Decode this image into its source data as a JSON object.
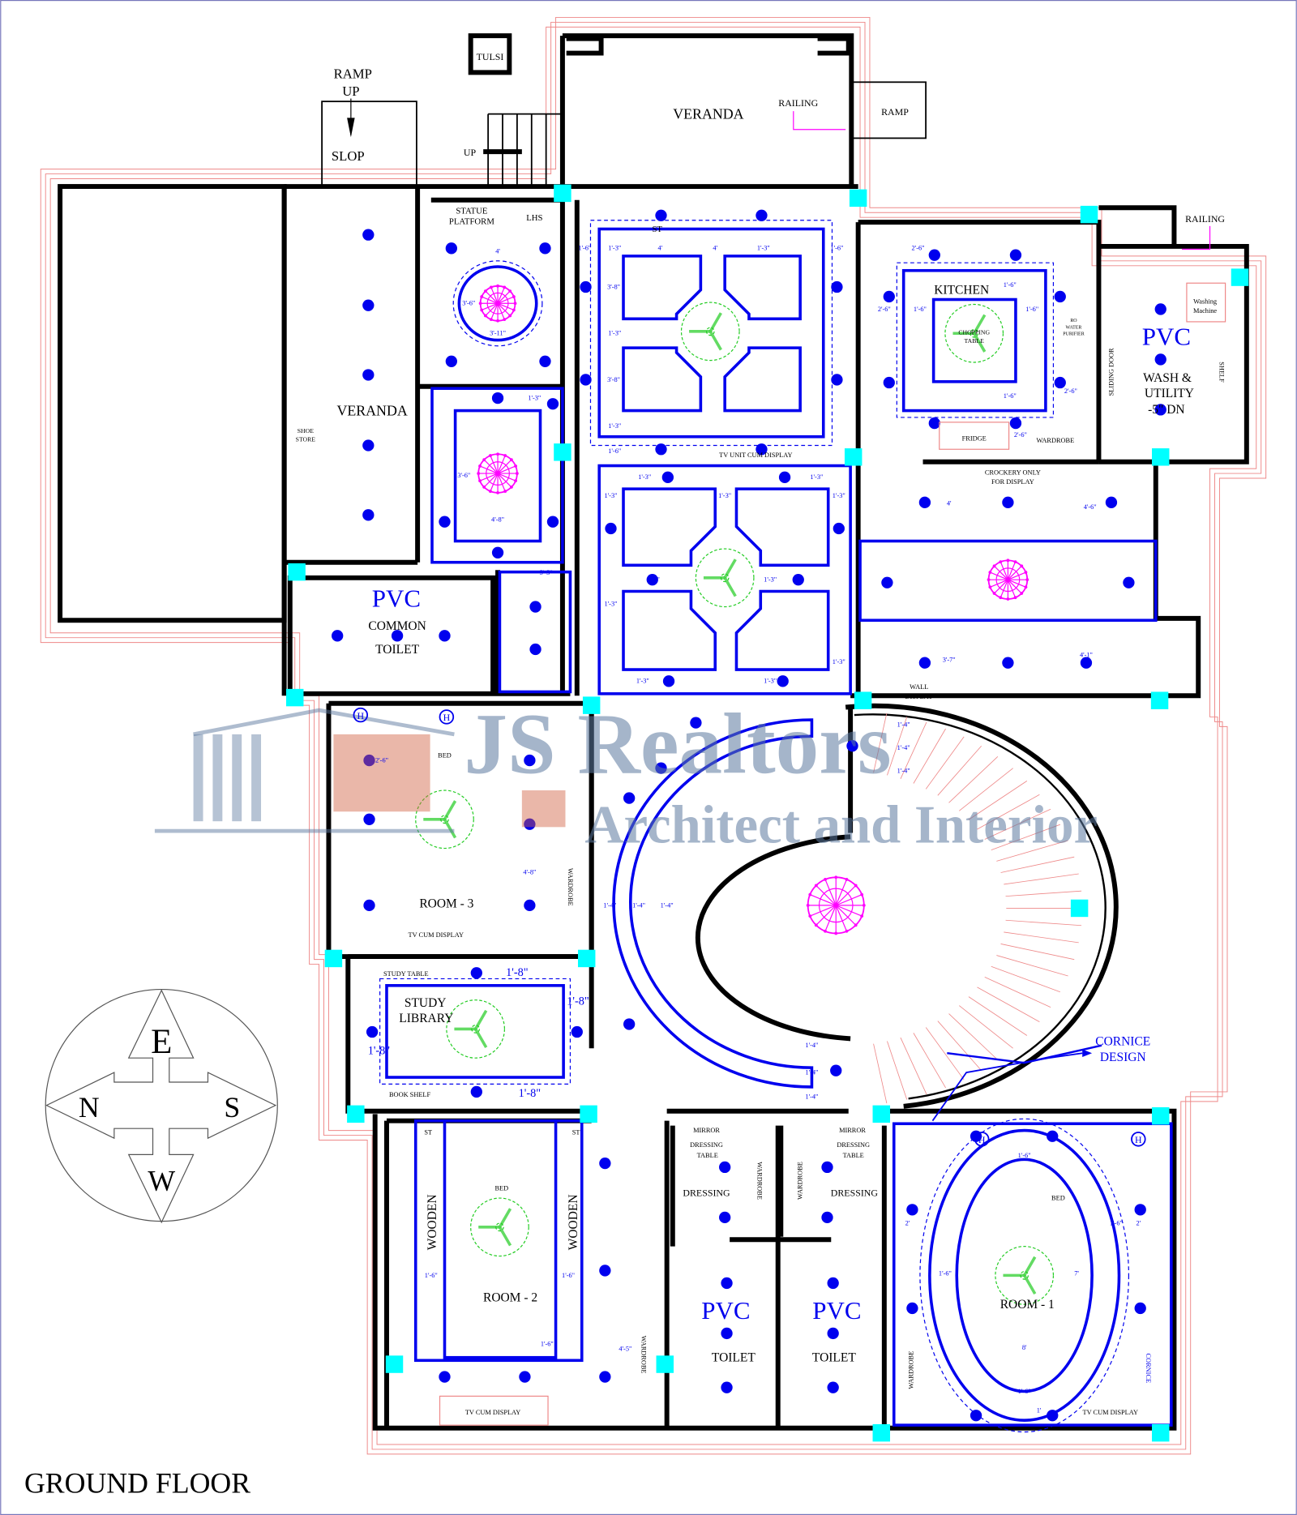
{
  "title": "GROUND FLOOR",
  "watermark": {
    "line1": "JS Realtors",
    "line2": "Architect and Interior"
  },
  "compass": {
    "north": "N",
    "south": "S",
    "east": "E",
    "west": "W"
  },
  "rooms": {
    "tulsi": "TULSI",
    "ramp_up_1": "RAMP",
    "ramp_up_2": "UP",
    "slop": "SLOP",
    "up": "UP",
    "veranda_top": "VERANDA",
    "railing_top": "RAILING",
    "ramp_right": "RAMP",
    "veranda_left": "VERANDA",
    "shoe_store_1": "SHOE",
    "shoe_store_2": "STORE",
    "statue_platform_1": "STATUE",
    "statue_platform_2": "PLATFORM",
    "lhs": "LHS",
    "st_hall": "ST",
    "tv_unit": "TV UNIT CUM DISPLAY",
    "kitchen": "KITCHEN",
    "chopping_table_1": "CHOPPING",
    "chopping_table_2": "TABLE",
    "ro_1": "RO",
    "ro_2": "WATER",
    "ro_3": "PURIFIER",
    "fridge": "FRIDGE",
    "wardrobe_kitchen": "WARDROBE",
    "sliding_door": "SLIDING DOOR",
    "railing_right": "RAILING",
    "washing_machine_1": "Washing",
    "washing_machine_2": "Machine",
    "pvc_utility": "PVC",
    "wash_utility_1": "WASH &",
    "wash_utility_2": "UTILITY",
    "wash_utility_3": "-5\" DN",
    "shelf": "SHELF",
    "crockery_1": "CROCKERY ONLY",
    "crockery_2": "FOR DISPLAY",
    "wall_display_1": "WALL",
    "wall_display_2": "DISPLAY",
    "pvc_common": "PVC",
    "common_toilet_1": "COMMON",
    "common_toilet_2": "TOILET",
    "bed_room3": "BED",
    "room3": "ROOM - 3",
    "tv_room3": "TV CUM DISPLAY",
    "wardrobe_room3": "WARDROBE",
    "study_table": "STUDY TABLE",
    "study_1": "STUDY",
    "study_2": "LIBRARY",
    "book_shelf": "BOOK SHELF",
    "cornice_design_1": "CORNICE",
    "cornice_design_2": "DESIGN",
    "st_room2_left": "ST",
    "st_room2_right": "ST",
    "bed_room2": "BED",
    "wooden_left": "WOODEN",
    "wooden_right": "WOODEN",
    "room2": "ROOM - 2",
    "tv_room2": "TV CUM DISPLAY",
    "wardrobe_room2": "WARDROBE",
    "mirror_a": "MIRROR",
    "dressing_table_a1": "DRESSING",
    "dressing_table_a2": "TABLE",
    "dressing_a": "DRESSING",
    "wardrobe_a": "WARDROBE",
    "mirror_b": "MIRROR",
    "dressing_table_b1": "DRESSING",
    "dressing_table_b2": "TABLE",
    "dressing_b": "DRESSING",
    "wardrobe_b": "WARDROBE",
    "pvc_toilet_a": "PVC",
    "toilet_a": "TOILET",
    "pvc_toilet_b": "PVC",
    "toilet_b": "TOILET",
    "bed_room1": "BED",
    "room1": "ROOM - 1",
    "wardrobe_room1": "WARDROBE",
    "cornice_room1": "CORNICE",
    "tv_room1": "TV CUM DISPLAY",
    "heater_1": "H",
    "heater_2": "H",
    "heater_3": "H",
    "heater_4": "H"
  },
  "dimensions": [
    "4'",
    "3'-6\"",
    "3'-11\"",
    "1'-3\"",
    "3'-6\"",
    "4'-8\"",
    "1'-6\"",
    "1'-3\"",
    "4'",
    "4'",
    "1'-3\"",
    "1'-6\"",
    "3'-8\"",
    "1'-3\"",
    "3'-8\"",
    "1'-3\"",
    "1'-6\"",
    "5'-5\"",
    "2'-6\"",
    "1'-6\"",
    "2'-6\"",
    "1'-6\"",
    "1'-6\"",
    "1'-6\"",
    "2'-6\"",
    "2'-6\"",
    "4'",
    "4'-6\"",
    "3'-7\"",
    "4'-1\"",
    "1'-3\"",
    "1'-3\"",
    "1'-3\"",
    "1'-3\"",
    "1'-3\"",
    "1'-3\"",
    "1'-3\"",
    "1'-3\"",
    "1'-3\"",
    "1'-3\"",
    "1'-3\"",
    "2'-6\"",
    "4'-8\"",
    "1'-4\"",
    "1'-4\"",
    "1'-4\"",
    "1'-4\"",
    "1'-4\"",
    "1'-4\"",
    "1'-4\"",
    "1'-4\"",
    "1'-4\"",
    "1'-6\"",
    "1'-6\"",
    "1'-6\"",
    "4'-5\"",
    "1'-6\"",
    "2'",
    "1'-6\"",
    "2'",
    "1'-6\"",
    "7'",
    "8'",
    "1'-6\"",
    "1'"
  ],
  "study_dimensions": [
    "1'-8\"",
    "1'-8\"",
    "1'-8\"",
    "1'-8\""
  ],
  "colors": {
    "wall": "#000000",
    "ceiling": "#0000ee",
    "light": "#0000ee",
    "column": "#00ffff",
    "chandelier": "#ff00ff",
    "fan": "#22cc22",
    "plinth": "#ee8888"
  }
}
